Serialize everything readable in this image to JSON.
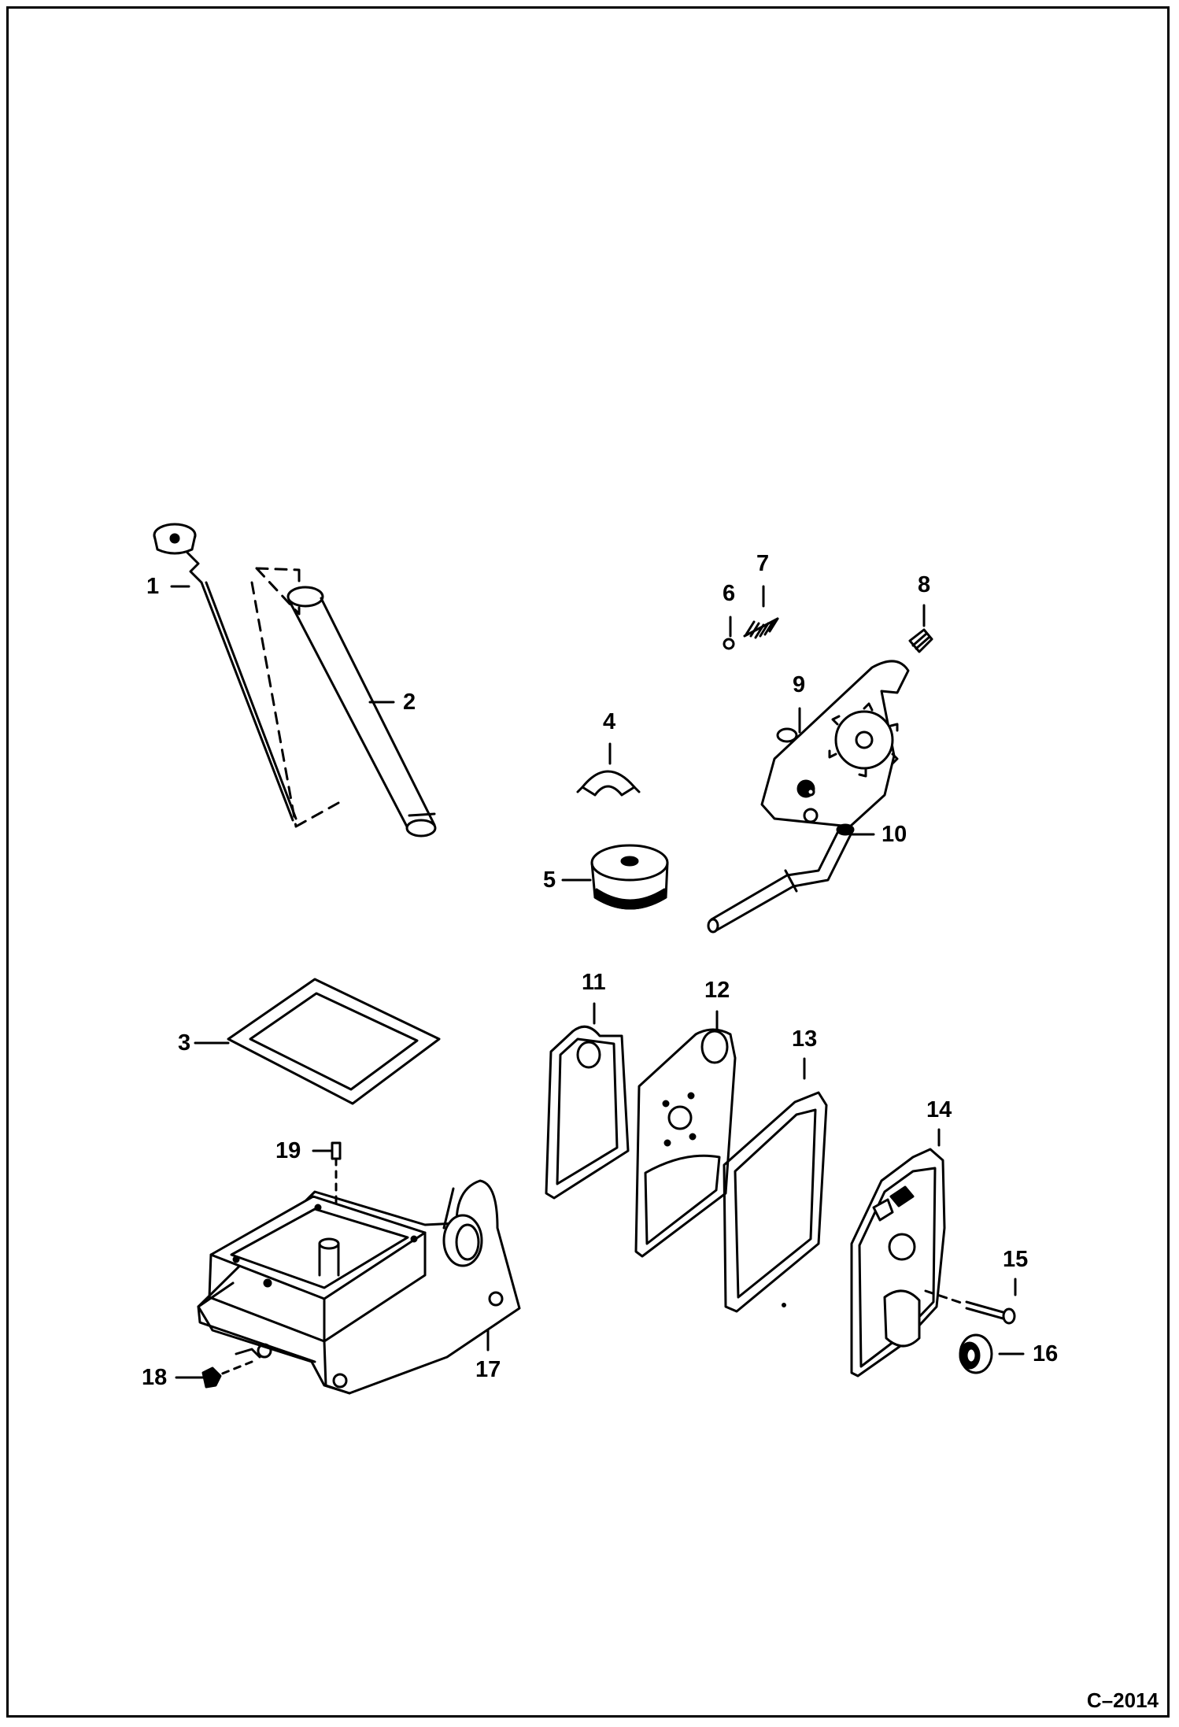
{
  "diagram": {
    "figure_code": "C–2014",
    "callouts": [
      {
        "id": "1",
        "label": "1"
      },
      {
        "id": "2",
        "label": "2"
      },
      {
        "id": "3",
        "label": "3"
      },
      {
        "id": "4",
        "label": "4"
      },
      {
        "id": "5",
        "label": "5"
      },
      {
        "id": "6",
        "label": "6"
      },
      {
        "id": "7",
        "label": "7"
      },
      {
        "id": "8",
        "label": "8"
      },
      {
        "id": "9",
        "label": "9"
      },
      {
        "id": "10",
        "label": "10"
      },
      {
        "id": "11",
        "label": "11"
      },
      {
        "id": "12",
        "label": "12"
      },
      {
        "id": "13",
        "label": "13"
      },
      {
        "id": "14",
        "label": "14"
      },
      {
        "id": "15",
        "label": "15"
      },
      {
        "id": "16",
        "label": "16"
      },
      {
        "id": "17",
        "label": "17"
      },
      {
        "id": "18",
        "label": "18"
      },
      {
        "id": "19",
        "label": "19"
      }
    ],
    "parts": [
      {
        "ref": "1",
        "icon": "dipstick-icon"
      },
      {
        "ref": "2",
        "icon": "dipstick-tube-icon"
      },
      {
        "ref": "3",
        "icon": "oil-pan-gasket-icon"
      },
      {
        "ref": "4",
        "icon": "clip-icon"
      },
      {
        "ref": "5",
        "icon": "oil-strainer-icon"
      },
      {
        "ref": "6",
        "icon": "ball-icon"
      },
      {
        "ref": "7",
        "icon": "spring-icon"
      },
      {
        "ref": "8",
        "icon": "plug-icon"
      },
      {
        "ref": "9",
        "icon": "oil-pump-icon"
      },
      {
        "ref": "10",
        "icon": "suction-pipe-icon"
      },
      {
        "ref": "11",
        "icon": "gasket-icon"
      },
      {
        "ref": "12",
        "icon": "plate-icon"
      },
      {
        "ref": "13",
        "icon": "gasket-icon"
      },
      {
        "ref": "14",
        "icon": "gear-case-cover-icon"
      },
      {
        "ref": "15",
        "icon": "bolt-icon"
      },
      {
        "ref": "16",
        "icon": "seal-icon"
      },
      {
        "ref": "17",
        "icon": "oil-pan-icon"
      },
      {
        "ref": "18",
        "icon": "drain-plug-icon"
      },
      {
        "ref": "19",
        "icon": "dowel-pin-icon"
      }
    ]
  }
}
